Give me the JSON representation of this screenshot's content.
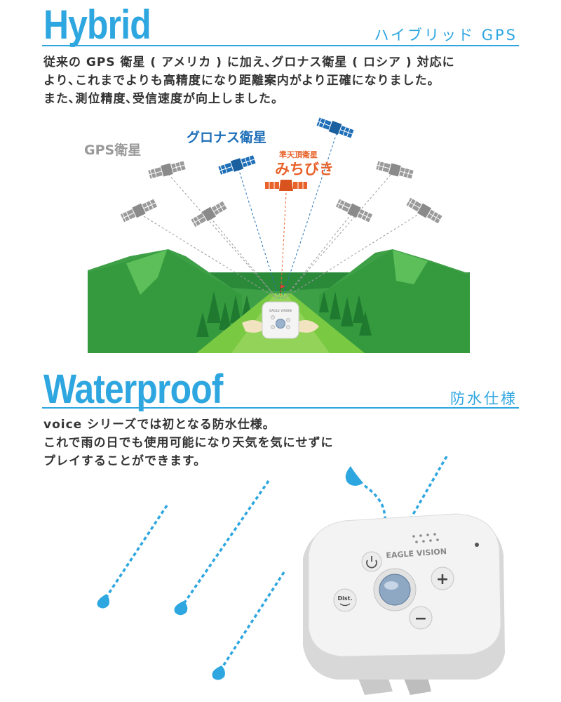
{
  "hybrid": {
    "heading": "Hybrid",
    "subtitle": "ハイブリッド GPS",
    "lines": [
      "従来の GPS 衛星 ( アメリカ ) に加え､グロナス衛星 ( ロシア ) 対応に",
      "より､これまでよりも高精度になり距離案内がより正確になりました。",
      "また､測位精度､受信速度が向上しました。"
    ],
    "illustration": {
      "gps_label": "GPS衛星",
      "glonass_label": "グロナス衛星",
      "qzss_sublabel": "準天頂衛星",
      "qzss_label": "みちびき",
      "device_brand": "EAGLE VISION",
      "colors": {
        "gps": "#9a9a9a",
        "glonass": "#1e6fb8",
        "qzss": "#e8632b",
        "accent": "#2ea6e0"
      }
    }
  },
  "waterproof": {
    "heading": "Waterproof",
    "subtitle": "防水仕様",
    "lines": [
      "voice シリーズでは初となる防水仕様。",
      "これで雨の日でも使用可能になり天気を気にせずに",
      "プレイすることができます。"
    ],
    "device": {
      "brand": "EAGLE VISION",
      "dist_label": "Dist.",
      "plus_symbol": "+",
      "minus_symbol": "−"
    }
  }
}
